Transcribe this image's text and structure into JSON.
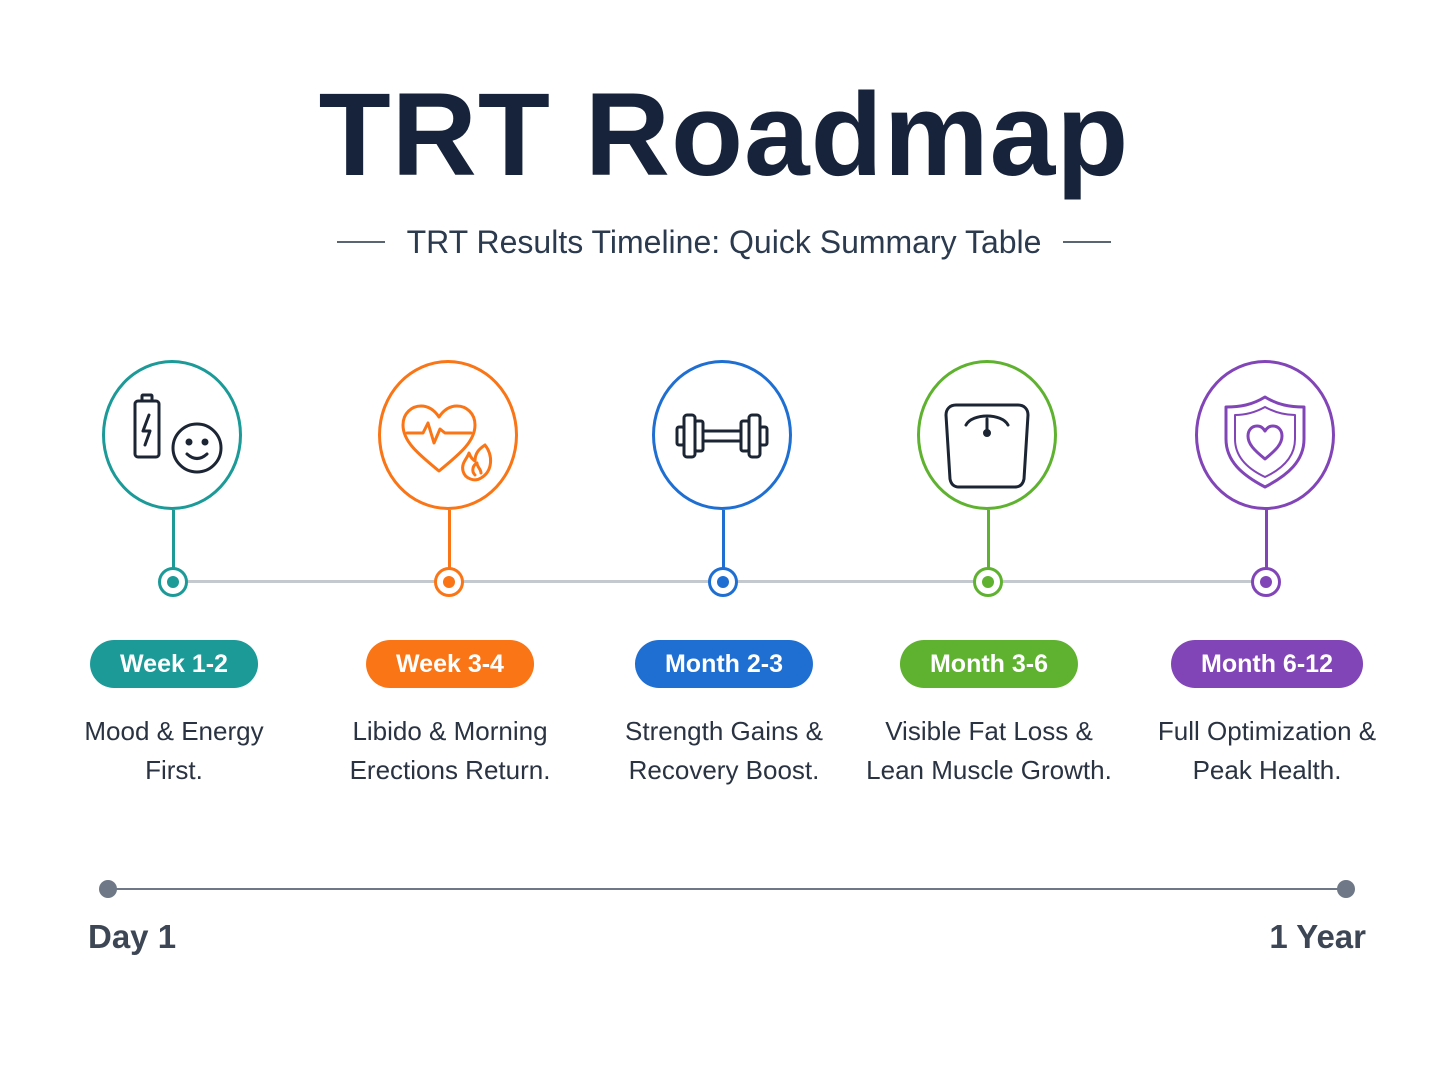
{
  "title": "TRT Roadmap",
  "subtitle": "TRT Results Timeline: Quick Summary Table",
  "stages": [
    {
      "period": "Week 1-2",
      "line1": "Mood & Energy",
      "line2": "First.",
      "color": "#1b9a98",
      "icon": "battery-smile-icon"
    },
    {
      "period": "Week 3-4",
      "line1": "Libido & Morning",
      "line2": "Erections Return.",
      "color": "#f97516",
      "icon": "heart-flame-icon"
    },
    {
      "period": "Month 2-3",
      "line1": "Strength Gains &",
      "line2": "Recovery Boost.",
      "color": "#1f6fd3",
      "icon": "dumbbell-icon"
    },
    {
      "period": "Month 3-6",
      "line1": "Visible Fat Loss &",
      "line2": "Lean Muscle Growth.",
      "color": "#5fb22f",
      "icon": "scale-icon"
    },
    {
      "period": "Month 6-12",
      "line1": "Full Optimization &",
      "line2": "Peak Health.",
      "color": "#8245b8",
      "icon": "shield-heart-icon"
    }
  ],
  "range": {
    "start": "Day 1",
    "end": "1 Year"
  }
}
